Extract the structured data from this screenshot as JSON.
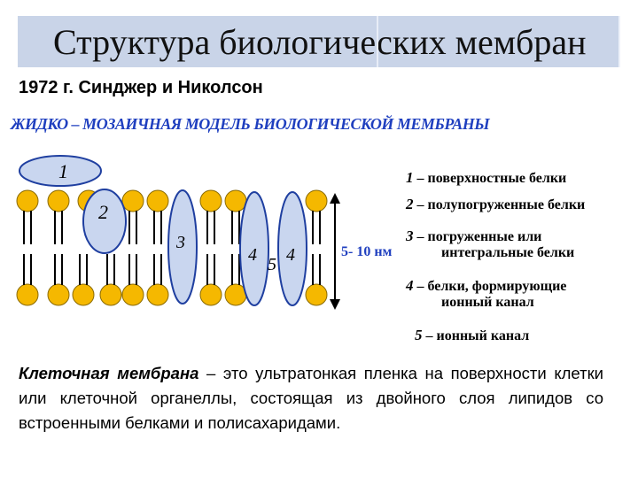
{
  "header": {
    "title": "Структура биологических мембран"
  },
  "subtitle": "1972 г. Синджер и Николсон",
  "model_title": "ЖИДКО – МОЗАИЧНАЯ МОДЕЛЬ БИОЛОГИЧЕСКОЙ МЕМБРАНЫ",
  "diagram": {
    "labels": {
      "p1": "1",
      "p2": "2",
      "p3": "3",
      "p4a": "4",
      "p4b": "4",
      "p5": "5"
    },
    "thickness_label": "5- 10 нм"
  },
  "legend": [
    {
      "num": "1",
      "text": "поверхностные белки",
      "text2": ""
    },
    {
      "num": "2",
      "text": "полупогруженные белки",
      "text2": ""
    },
    {
      "num": "3",
      "text": "погруженные или",
      "text2": "интегральные белки"
    },
    {
      "num": "4",
      "text": "белки, формирующие",
      "text2": "ионный канал"
    },
    {
      "num": "5",
      "text": "ионный канал",
      "text2": ""
    }
  ],
  "definition": {
    "term": "Клеточная мембрана",
    "text": " – это ультратонкая пленка на поверхности клетки или клеточной органеллы, состоящая из двойного слоя липидов со встроенными белками и полисахаридами."
  },
  "colors": {
    "lipid_head": "#f5b800",
    "protein_fill": "#c9d6ef",
    "protein_stroke": "#1f3fa0",
    "accent_blue": "#1f3fbf"
  }
}
